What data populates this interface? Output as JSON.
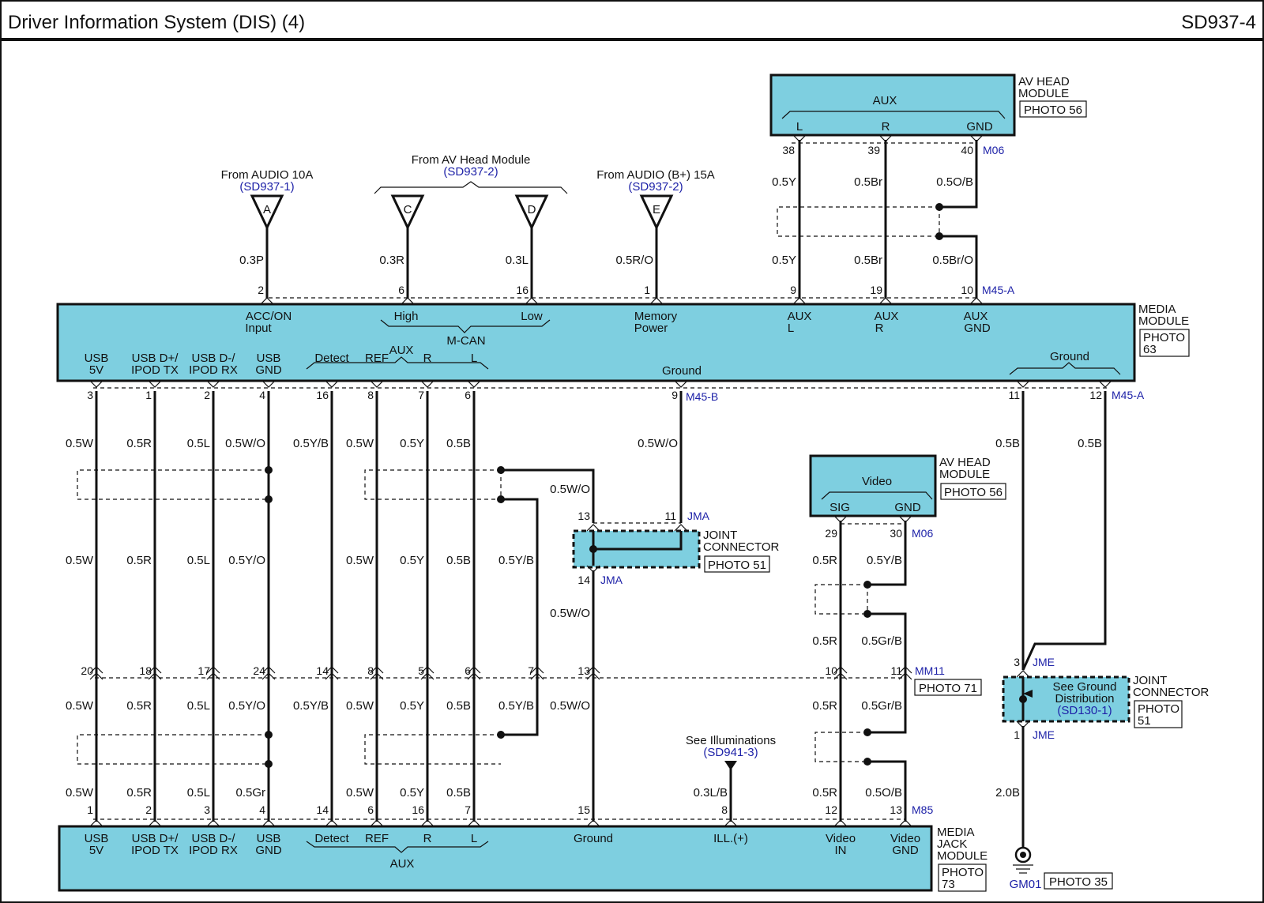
{
  "header": {
    "title": "Driver Information System (DIS) (4)",
    "code": "SD937-4"
  },
  "sources": {
    "audio10a": {
      "label": "From AUDIO 10A",
      "ref": "(SD937-1)",
      "letter": "A",
      "wire": "0.3P",
      "pin": "2"
    },
    "avhead": {
      "label": "From AV Head Module",
      "ref": "(SD937-2)"
    },
    "c": {
      "letter": "C",
      "wire": "0.3R",
      "pin": "6"
    },
    "d": {
      "letter": "D",
      "wire": "0.3L",
      "pin": "16"
    },
    "audiob": {
      "label": "From AUDIO (B+) 15A",
      "ref": "(SD937-2)",
      "letter": "E",
      "wire": "0.5R/O",
      "pin": "1"
    }
  },
  "av_head_aux": {
    "name": "AV HEAD\nMODULE",
    "name1": "AV HEAD",
    "name2": "MODULE",
    "photo": "PHOTO 56",
    "title": "AUX",
    "l": "L",
    "r": "R",
    "gnd": "GND",
    "conn": "M06",
    "pins": [
      "38",
      "39",
      "40"
    ],
    "wires_top": [
      "0.5Y",
      "0.5Br",
      "0.5O/B"
    ],
    "wires_bot": [
      "0.5Y",
      "0.5Br",
      "0.5Br/O"
    ],
    "pins_media": [
      "9",
      "19",
      "10"
    ],
    "conn_media": "M45-A"
  },
  "media": {
    "name1": "MEDIA",
    "name2": "MODULE",
    "photo1": "PHOTO",
    "photo2": "63",
    "acc1": "ACC/ON",
    "acc2": "Input",
    "high": "High",
    "low": "Low",
    "mcan": "M-CAN",
    "mem1": "Memory",
    "mem2": "Power",
    "auxl1": "AUX",
    "auxl2": "L",
    "auxr1": "AUX",
    "auxr2": "R",
    "auxg1": "AUX",
    "auxg2": "GND",
    "ground_top": "Ground",
    "ground_mid": "Ground",
    "aux_group": "AUX",
    "bottom_labels": [
      [
        "USB",
        "5V"
      ],
      [
        "USB D+/",
        "IPOD TX"
      ],
      [
        "USB D-/",
        "IPOD RX"
      ],
      [
        "USB",
        "GND"
      ],
      [
        "Detect",
        ""
      ],
      [
        "REF",
        ""
      ],
      [
        "R",
        ""
      ],
      [
        "L",
        ""
      ]
    ],
    "bottom_pins": [
      "3",
      "1",
      "2",
      "4",
      "16",
      "8",
      "7",
      "6"
    ],
    "conn_b": "M45-B",
    "gnd_pin": "9",
    "gnd_pins_a": [
      "11",
      "12"
    ],
    "conn_a": "M45-A"
  },
  "wires_seg1": [
    "0.5W",
    "0.5R",
    "0.5L",
    "0.5W/O",
    "0.5Y/B",
    "0.5W",
    "0.5Y",
    "0.5B"
  ],
  "wires_seg2": [
    "0.5W",
    "0.5R",
    "0.5L",
    "0.5Y/O",
    "",
    "0.5W",
    "0.5Y",
    "0.5B",
    "0.5Y/B"
  ],
  "wires_seg3": [
    "0.5W",
    "0.5R",
    "0.5L",
    "0.5Y/O",
    "0.5Y/B",
    "0.5W",
    "0.5Y",
    "0.5B",
    "0.5Y/B",
    "0.5W/O"
  ],
  "wires_seg4": [
    "0.5W",
    "0.5R",
    "0.5L",
    "0.5Gr",
    "",
    "0.5W",
    "0.5Y",
    "0.5B"
  ],
  "gnd_wire": "0.5W/O",
  "gnd_wire2": "0.5W/O",
  "gnd_wire3": "0.5W/O",
  "jma": {
    "conn": "JMA",
    "pins": [
      "13",
      "11",
      "14"
    ],
    "name1": "JOINT",
    "name2": "CONNECTOR",
    "photo": "PHOTO 51"
  },
  "av_head_video": {
    "name1": "AV HEAD",
    "name2": "MODULE",
    "photo": "PHOTO 56",
    "title": "Video",
    "sig": "SIG",
    "gnd": "GND",
    "pins": [
      "29",
      "30"
    ],
    "conn": "M06",
    "wires1": [
      "0.5R",
      "0.5Y/B"
    ],
    "wires2": [
      "0.5R",
      "0.5Gr/B"
    ],
    "wires3": [
      "0.5R",
      "0.5Gr/B"
    ],
    "wires4": [
      "0.5R",
      "0.5O/B"
    ]
  },
  "mm11": {
    "pins": [
      "20",
      "18",
      "17",
      "24",
      "14",
      "8",
      "5",
      "6",
      "7",
      "13",
      "10",
      "11"
    ],
    "conn": "MM11",
    "photo": "PHOTO 71"
  },
  "gnd_wires": [
    "0.5B",
    "0.5B"
  ],
  "jme": {
    "pin_top": "3",
    "pin_bot": "1",
    "conn": "JME",
    "note1": "See Ground",
    "note2": "Distribution",
    "ref": "(SD130-1)",
    "name1": "JOINT",
    "name2": "CONNECTOR",
    "photo1": "PHOTO",
    "photo2": "51"
  },
  "ground": {
    "wire": "2.0B",
    "name": "GM01",
    "photo": "PHOTO 35"
  },
  "illum": {
    "label": "See Illuminations",
    "ref": "(SD941-3)",
    "wire": "0.3L/B",
    "pin": "8"
  },
  "jack": {
    "name1": "MEDIA",
    "name2": "JACK",
    "name3": "MODULE",
    "photo1": "PHOTO",
    "photo2": "73",
    "conn": "M85",
    "pins": [
      "1",
      "2",
      "3",
      "4",
      "14",
      "6",
      "16",
      "7",
      "15",
      "8",
      "12",
      "13"
    ],
    "labels": [
      [
        "USB",
        "5V"
      ],
      [
        "USB D+/",
        "IPOD TX"
      ],
      [
        "USB D-/",
        "IPOD RX"
      ],
      [
        "USB",
        "GND"
      ],
      [
        "Detect",
        ""
      ],
      [
        "REF",
        ""
      ],
      [
        "R",
        ""
      ],
      [
        "L",
        ""
      ],
      [
        "Ground",
        ""
      ],
      [
        "ILL.(+)",
        ""
      ],
      [
        "Video",
        "IN"
      ],
      [
        "Video",
        "GND"
      ]
    ],
    "aux": "AUX"
  }
}
